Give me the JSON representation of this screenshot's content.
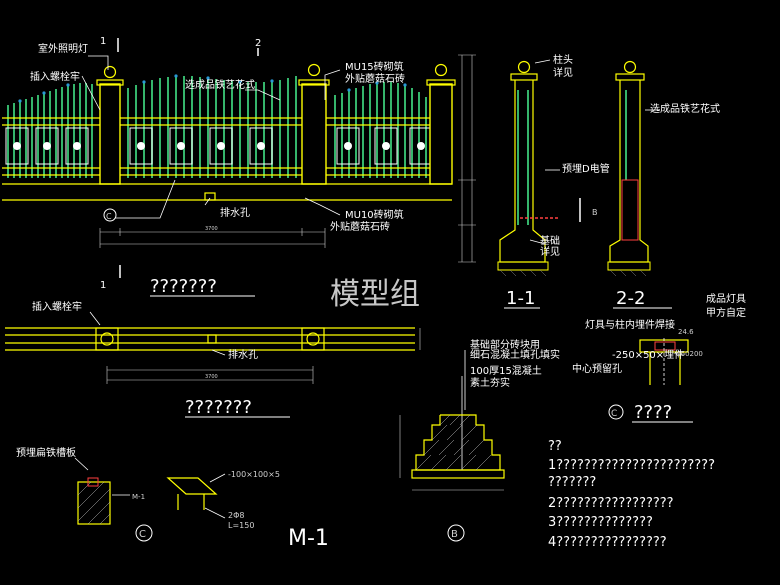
{
  "watermark": "模型组",
  "elevation": {
    "label_outdoor_light": "室外照明灯",
    "label_insert_bolt": "插入螺栓牢",
    "label_iron_art": "选成品铁艺花式",
    "label_mu15_a": "MU15砖砌筑",
    "label_mu15_b": "外贴蘑菇石砖",
    "label_drain_hole": "排水孔",
    "label_mu10_a": "MU10砖砌筑",
    "label_mu10_b": "外贴蘑菇石砖",
    "section_mark_1": "1",
    "section_mark_2": "2",
    "detail_mark": "C",
    "dim_total": "3700",
    "title": "???????"
  },
  "plan": {
    "section_mark": "1",
    "label_insert_bolt": "插入螺栓牢",
    "label_drain_hole": "排水孔",
    "dim_total": "3700",
    "title": "???????"
  },
  "section_1": {
    "label_cap_a": "柱头",
    "label_cap_b": "详见",
    "label_conduit": "预埋D电管",
    "label_foundation_a": "基础",
    "label_foundation_b": "详见",
    "detail_mark": "B",
    "title": "1-1"
  },
  "section_2": {
    "label_iron_art": "选成品铁艺花式",
    "title": "2-2"
  },
  "detail_c": {
    "label_lamp": "成品灯具",
    "label_owner": "甲方自定",
    "label_weld": "灯具与柱内埋件焊接",
    "dims": "24.6",
    "label_plate": "-250×50×埋件",
    "label_hole": "中心预留孔",
    "label_dia": "φ60200",
    "title": "????",
    "mark": "C"
  },
  "detail_b": {
    "note_1": "基础部分砖块用",
    "note_2": "细石混凝土填孔填实",
    "note_3": "100厚15混凝土",
    "note_4": "素土夯实",
    "mark": "B"
  },
  "detail_m1": {
    "label_plate": "预埋扁铁槽板",
    "label_m1": "M-1",
    "label_steel": "-100×100×5",
    "label_rod": "2Φ8",
    "label_len": "L=150",
    "mark": "C",
    "title": "M-1"
  },
  "notes": {
    "heading": "??",
    "line_1": "1???????????????????????",
    "line_1b": "???????",
    "line_2": "2?????????????????",
    "line_3": "3??????????????",
    "line_4": "4????????????????"
  }
}
